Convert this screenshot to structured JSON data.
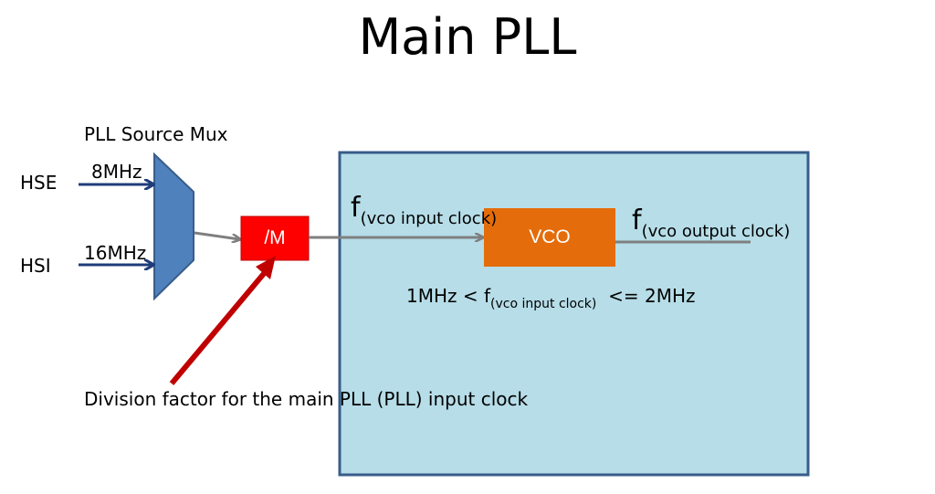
{
  "title": "Main PLL",
  "mux_label": "PLL Source Mux",
  "inputs": {
    "hse": {
      "name": "HSE",
      "freq": "8MHz"
    },
    "hsi": {
      "name": "HSI",
      "freq": "16MHz"
    }
  },
  "divider_label": "/M",
  "vco_label": "VCO",
  "vco_input": {
    "f": "f",
    "sub": "(vco input clock)"
  },
  "vco_output": {
    "f": "f",
    "sub": "(vco output clock)"
  },
  "range": {
    "lower": "1MHz < f",
    "sub": "(vco input clock)",
    "upper": "<= 2MHz"
  },
  "division_note": "Division factor for the main PLL (PLL) input clock",
  "colors": {
    "panel_fill": "#b6dde8",
    "panel_border": "#385d8a",
    "mux_fill": "#4f81bd",
    "divider_fill": "#ff0000",
    "vco_fill": "#e46c0a",
    "input_arrow": "#1f3d7a",
    "signal_arrow": "#7f7f7f",
    "pointer_arrow": "#c00000"
  }
}
